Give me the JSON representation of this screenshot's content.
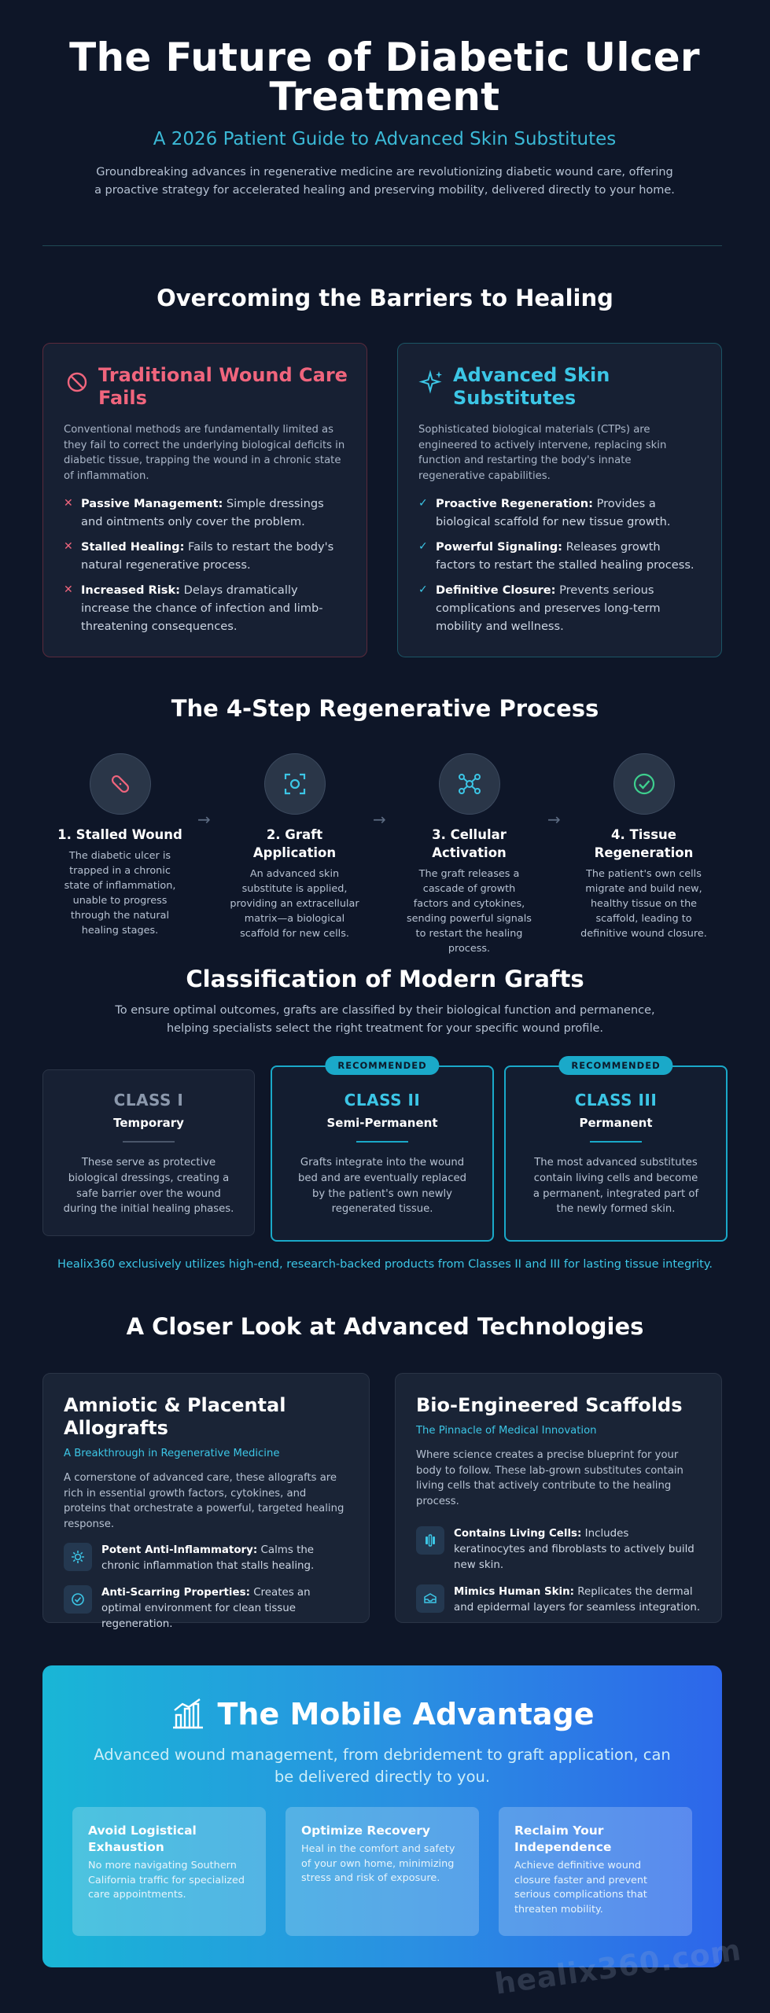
{
  "hero": {
    "title": "The Future of Diabetic Ulcer Treatment",
    "subtitle": "A 2026 Patient Guide to Advanced Skin Substitutes",
    "intro": "Groundbreaking advances in regenerative medicine are revolutionizing diabetic wound care, offering a proactive strategy for accelerated healing and preserving mobility, delivered directly to your home."
  },
  "barriers": {
    "title": "Overcoming the Barriers to Healing",
    "traditional": {
      "icon": "prohibited-icon",
      "heading": "Traditional Wound Care Fails",
      "desc": "Conventional methods are fundamentally limited as they fail to correct the underlying biological deficits in diabetic tissue, trapping the wound in a chronic state of inflammation.",
      "items": [
        {
          "title": "Passive Management:",
          "text": "Simple dressings and ointments only cover the problem."
        },
        {
          "title": "Stalled Healing:",
          "text": "Fails to restart the body's natural regenerative process."
        },
        {
          "title": "Increased Risk:",
          "text": "Delays dramatically increase the chance of infection and limb-threatening consequences."
        }
      ]
    },
    "advanced": {
      "icon": "sparkles-icon",
      "heading": "Advanced Skin Substitutes",
      "desc": "Sophisticated biological materials (CTPs) are engineered to actively intervene, replacing skin function and restarting the body's innate regenerative capabilities.",
      "items": [
        {
          "title": "Proactive Regeneration:",
          "text": "Provides a biological scaffold for new tissue growth."
        },
        {
          "title": "Powerful Signaling:",
          "text": "Releases growth factors to restart the stalled healing process."
        },
        {
          "title": "Definitive Closure:",
          "text": "Prevents serious complications and preserves long-term mobility and wellness."
        }
      ]
    }
  },
  "process": {
    "title": "The 4-Step Regenerative Process",
    "steps": [
      {
        "icon": "bandage-icon",
        "title": "1. Stalled Wound",
        "text": "The diabetic ulcer is trapped in a chronic state of inflammation, unable to progress through the natural healing stages."
      },
      {
        "icon": "focus-target-icon",
        "title": "2. Graft Application",
        "text": "An advanced skin substitute is applied, providing an extracellular matrix—a biological scaffold for new cells."
      },
      {
        "icon": "cells-signal-icon",
        "title": "3. Cellular Activation",
        "text": "The graft releases a cascade of growth factors and cytokines, sending powerful signals to restart the healing process."
      },
      {
        "icon": "check-circle-icon",
        "title": "4. Tissue Regeneration",
        "text": "The patient's own cells migrate and build new, healthy tissue on the scaffold, leading to definitive wound closure."
      }
    ]
  },
  "classes": {
    "title": "Classification of Modern Grafts",
    "intro": "To ensure optimal outcomes, grafts are classified by their biological function and permanence, helping specialists select the right treatment for your specific wound profile.",
    "badge": "RECOMMENDED",
    "items": [
      {
        "name": "CLASS I",
        "perm": "Temporary",
        "text": "These serve as protective biological dressings, creating a safe barrier over the wound during the initial healing phases."
      },
      {
        "name": "CLASS II",
        "perm": "Semi-Permanent",
        "text": "Grafts integrate into the wound bed and are eventually replaced by the patient's own newly regenerated tissue."
      },
      {
        "name": "CLASS III",
        "perm": "Permanent",
        "text": "The most advanced substitutes contain living cells and become a permanent, integrated part of the newly formed skin."
      }
    ],
    "note": "Healix360 exclusively utilizes high-end, research-backed products from Classes II and III for lasting tissue integrity."
  },
  "tech": {
    "title": "A Closer Look at Advanced Technologies",
    "amniotic": {
      "heading": "Amniotic & Placental Allografts",
      "tag": "A Breakthrough in Regenerative Medicine",
      "desc": "A cornerstone of advanced care, these allografts are rich in essential growth factors, cytokines, and proteins that orchestrate a powerful, targeted healing response.",
      "features": [
        {
          "icon": "sun-icon",
          "title": "Potent Anti-Inflammatory:",
          "text": "Calms the chronic inflammation that stalls healing."
        },
        {
          "icon": "check-circle-icon",
          "title": "Anti-Scarring Properties:",
          "text": "Creates an optimal environment for clean tissue regeneration."
        }
      ]
    },
    "bio": {
      "heading": "Bio-Engineered Scaffolds",
      "tag": "The Pinnacle of Medical Innovation",
      "desc": "Where science creates a precise blueprint for your body to follow. These lab-grown substitutes contain living cells that actively contribute to the healing process.",
      "features": [
        {
          "icon": "cells-icon",
          "title": "Contains Living Cells:",
          "text": "Includes keratinocytes and fibroblasts to actively build new skin."
        },
        {
          "icon": "skin-layers-icon",
          "title": "Mimics Human Skin:",
          "text": "Replicates the dermal and epidermal layers for seamless integration."
        }
      ]
    }
  },
  "mobile": {
    "icon": "mobile-clinic-icon",
    "title": "The Mobile Advantage",
    "subtitle": "Advanced wound management, from debridement to graft application, can be delivered directly to you.",
    "boxes": [
      {
        "title": "Avoid Logistical Exhaustion",
        "text": "No more navigating Southern California traffic for specialized care appointments."
      },
      {
        "title": "Optimize Recovery",
        "text": "Heal in the comfort and safety of your own home, minimizing stress and risk of exposure."
      },
      {
        "title": "Reclaim Your Independence",
        "text": "Achieve definitive wound closure faster and prevent serious complications that threaten mobility."
      }
    ]
  },
  "watermark": "healix360.com",
  "colors": {
    "accent": "#3cc6e6",
    "warning": "#f0657d",
    "background": "#0e1628"
  }
}
